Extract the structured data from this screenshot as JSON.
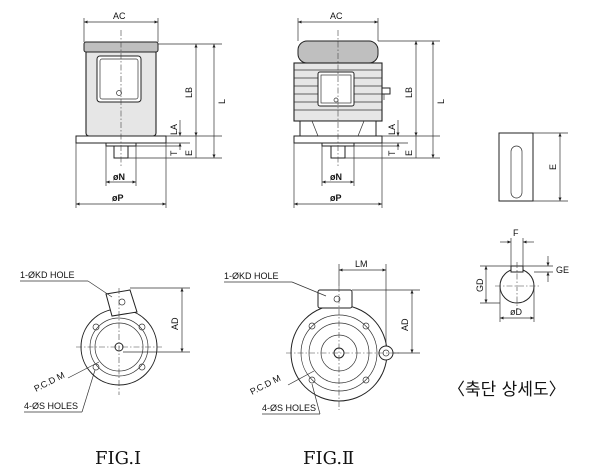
{
  "fig1": {
    "caption": "FIG.Ⅰ",
    "dims": {
      "ac": "AC",
      "lb": "LB",
      "l": "L",
      "la": "LA",
      "t": "T",
      "e": "E",
      "n": "øN",
      "p": "øP",
      "ad": "AD"
    },
    "notes": {
      "kd_hole": "1-ØKD HOLE",
      "pcd": "P.C.D M",
      "s_holes": "4-ØS HOLES"
    }
  },
  "fig2": {
    "caption": "FIG.Ⅱ",
    "dims": {
      "ac": "AC",
      "lb": "LB",
      "l": "L",
      "la": "LA",
      "t": "T",
      "e": "E",
      "n": "øN",
      "p": "øP",
      "ad": "AD",
      "lm": "LM"
    },
    "notes": {
      "kd_hole": "1-ØKD HOLE",
      "pcd": "P.C.D M",
      "s_holes": "4-ØS HOLES"
    }
  },
  "shaft_detail": {
    "title": "〈축단 상세도〉",
    "dims": {
      "e": "E",
      "f": "F",
      "ge": "GE",
      "gd": "GD",
      "d": "øD"
    }
  }
}
